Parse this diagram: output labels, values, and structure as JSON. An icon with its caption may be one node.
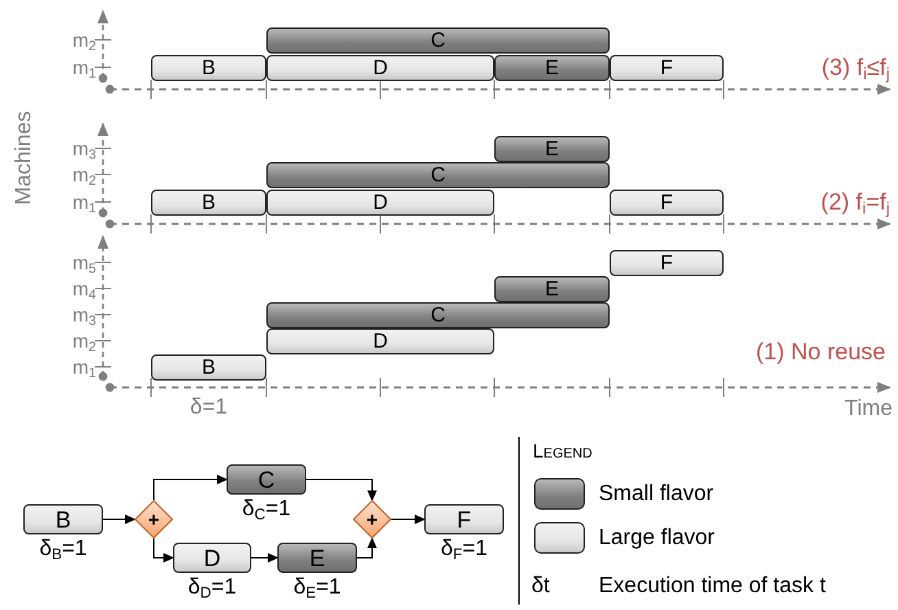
{
  "diagram": {
    "nodes": [
      {
        "text": [
          "C"
        ]
      },
      {
        "text": [
          "B"
        ]
      },
      {
        "text": [
          "D"
        ]
      },
      {
        "text": [
          "E"
        ]
      },
      {
        "text": [
          "F"
        ]
      },
      {
        "text": [
          "E"
        ]
      },
      {
        "text": [
          "C"
        ]
      },
      {
        "text": [
          "B"
        ]
      },
      {
        "text": [
          "D"
        ]
      },
      {
        "text": [
          "F"
        ]
      },
      {
        "text": [
          "F"
        ]
      },
      {
        "text": [
          "E"
        ]
      },
      {
        "text": [
          "C"
        ]
      },
      {
        "text": [
          "D"
        ]
      },
      {
        "text": [
          "B"
        ]
      },
      {
        "text": [
          "B"
        ],
        "beside": [
          "δ$_{B}$=1"
        ]
      },
      {
        "text": [
          "+"
        ]
      },
      {
        "text": [
          "C"
        ],
        "beside": [
          "δ$_{C}$=1"
        ]
      },
      {
        "text": [
          "D"
        ],
        "beside": [
          "δ$_{D}$=1"
        ]
      },
      {
        "text": [
          "E"
        ],
        "beside": [
          "δ$_{E}$=1"
        ]
      },
      {
        "text": [
          "+"
        ]
      },
      {
        "text": [
          "F"
        ],
        "beside": [
          "δ$_{F}$=1"
        ]
      }
    ],
    "edges": [
      {
        "from": 15,
        "to": 16,
        "arrow": "to"
      },
      {
        "from": 16,
        "to": 17,
        "arrow": "to"
      },
      {
        "from": 16,
        "to": 18,
        "arrow": "to"
      },
      {
        "from": 17,
        "to": 20,
        "arrow": "to"
      },
      {
        "from": 18,
        "to": 19,
        "arrow": "to"
      },
      {
        "from": 19,
        "to": 20,
        "arrow": "to"
      },
      {
        "from": 20,
        "to": 21,
        "arrow": "to"
      }
    ],
    "labels": [
      "m$_{2}$",
      "m$_{1}$",
      "(3) f$_{i}$≤f$_{j}$",
      "Machines",
      "m$_{3}$",
      "m$_{2}$",
      "m$_{1}$",
      "(2) f$_{i}$=f$_{j}$",
      "m$_{5}$",
      "m$_{4}$",
      "m$_{3}$",
      "m$_{2}$",
      "m$_{1}$",
      "(1) No reuse",
      "δ=1",
      "Time",
      "Legend",
      "δt",
      "Execution time of task t"
    ],
    "legend": [
      {
        "text": "Small flavor",
        "color": "#7f7f7f"
      },
      {
        "text": "Large flavor",
        "color": "#e6e6e6"
      }
    ]
  }
}
